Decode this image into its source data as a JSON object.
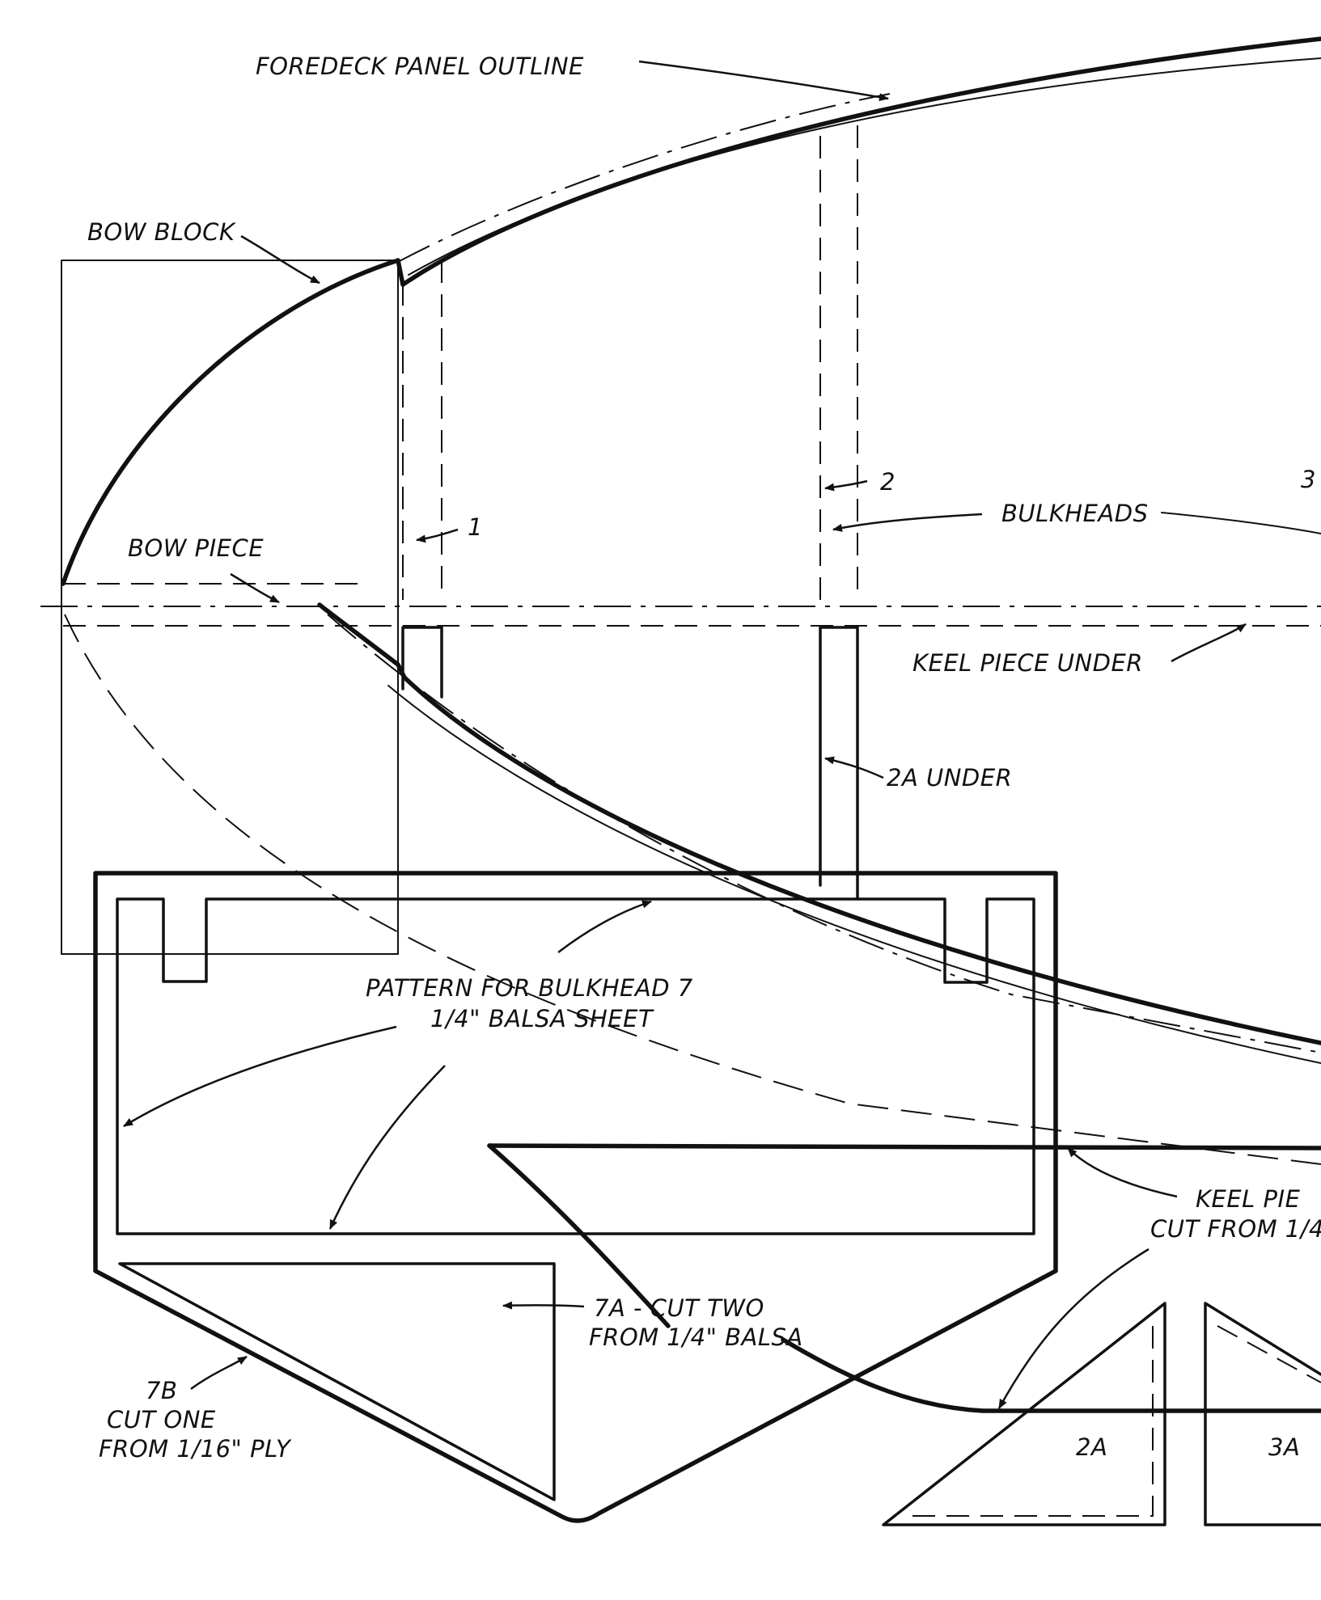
{
  "labels": {
    "foredeck_panel_outline": "FOREDECK PANEL OUTLINE",
    "bow_block": "BOW BLOCK",
    "bow_piece": "BOW PIECE",
    "bulkhead_1": "1",
    "bulkhead_2": "2",
    "bulkhead_3": "3",
    "bulkheads": "BULKHEADS",
    "keel_piece_under": "KEEL PIECE UNDER",
    "under_2a": "2A UNDER",
    "pattern_line1": "PATTERN FOR BULKHEAD 7",
    "pattern_line2": "1/4\" BALSA SHEET",
    "cut_7a_line1": "7A - CUT TWO",
    "cut_7a_line2": "FROM 1/4\" BALSA",
    "cut_7b_line1": "7B",
    "cut_7b_line2": "CUT ONE",
    "cut_7b_line3": "FROM 1/16\" PLY",
    "keel_piece_cut_line1": "KEEL PIE",
    "keel_piece_cut_line2": "CUT FROM 1/4",
    "part_2a": "2A",
    "part_3a": "3A"
  },
  "colors": {
    "ink": "#111111",
    "paper": "#ffffff"
  }
}
